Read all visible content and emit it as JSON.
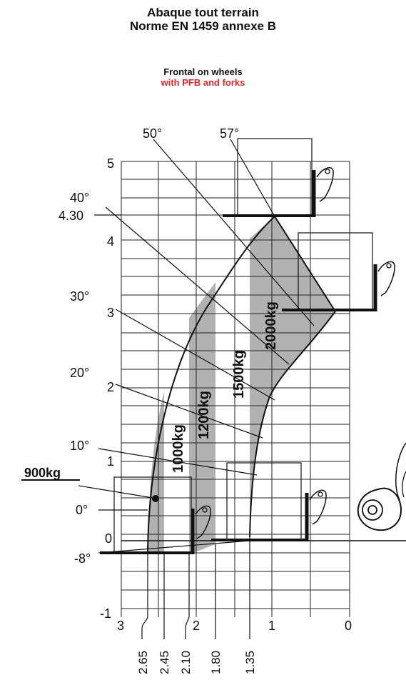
{
  "header": {
    "title_line1": "Abaque tout terrain",
    "title_line2": "Norme EN 1459 annexe B",
    "subtitle_line1": "Frontal on wheels",
    "subtitle_line2": "with PFB and forks"
  },
  "colors": {
    "accent": "#e3262b",
    "zone_fill": "#b1b1b1",
    "line": "#111111",
    "grid": "#222222"
  },
  "axes": {
    "y_ticks": [
      "5",
      "4",
      "3",
      "2",
      "1",
      "0",
      "-1"
    ],
    "x_ticks": [
      "3",
      "2",
      "1",
      "0"
    ],
    "max_height_label": "4.30",
    "reach_labels": [
      "2.65",
      "2.45",
      "2.10",
      "1.80",
      "1.35"
    ]
  },
  "angles": [
    "50°",
    "57°",
    "40°",
    "30°",
    "20°",
    "10°",
    "0°",
    "-8°"
  ],
  "loads": {
    "point_load": "900kg",
    "zones": [
      "1000kg",
      "1200kg",
      "1500kg",
      "2000kg"
    ]
  }
}
